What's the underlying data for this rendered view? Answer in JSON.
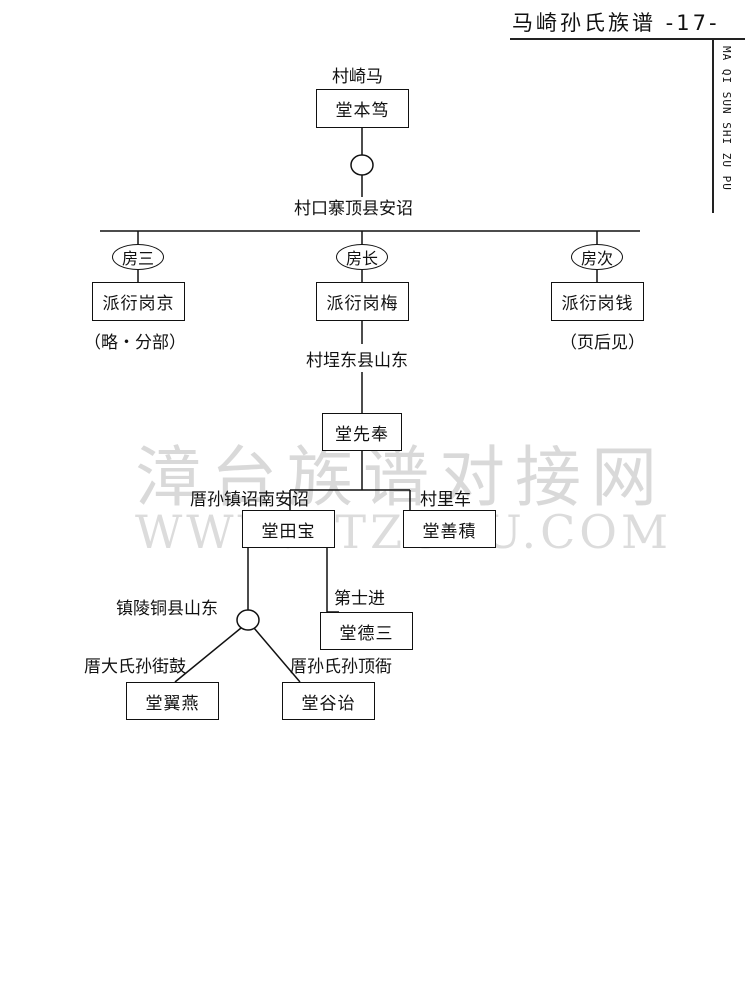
{
  "header": {
    "title": "马崎孙氏族谱 -17-",
    "side_text": "MA QI SUN SHI ZU PU"
  },
  "watermark": {
    "cn": "漳台族谱对接网",
    "en": "WWW.ZTZUPU.COM"
  },
  "tree": {
    "root_label": "村崎马",
    "root_hall": "堂本笃",
    "branch_label": "村口寨顶县安诏",
    "branches": [
      {
        "rank": "房三",
        "name": "派衍岗京",
        "note": "（略・分部）"
      },
      {
        "rank": "房长",
        "name": "派衍岗梅",
        "note": ""
      },
      {
        "rank": "房次",
        "name": "派衍岗钱",
        "note": "（页后见）"
      }
    ],
    "mei_location": "村埕东县山东",
    "xianfeng_hall": "堂先奉",
    "baotian_location": "厝孙镇诏南安诏",
    "baotian_hall": "堂田宝",
    "shanji_location": "村里车",
    "shanji_hall": "堂善積",
    "tongling_location": "镇陵铜县山东",
    "desan_location": "第士进",
    "desan_hall": "堂德三",
    "yiyan_location": "厝大氏孙街鼓",
    "yiyan_hall": "堂翼燕",
    "guyi_location": "厝孙氏孙顶衙",
    "guyi_hall": "堂谷诒"
  }
}
